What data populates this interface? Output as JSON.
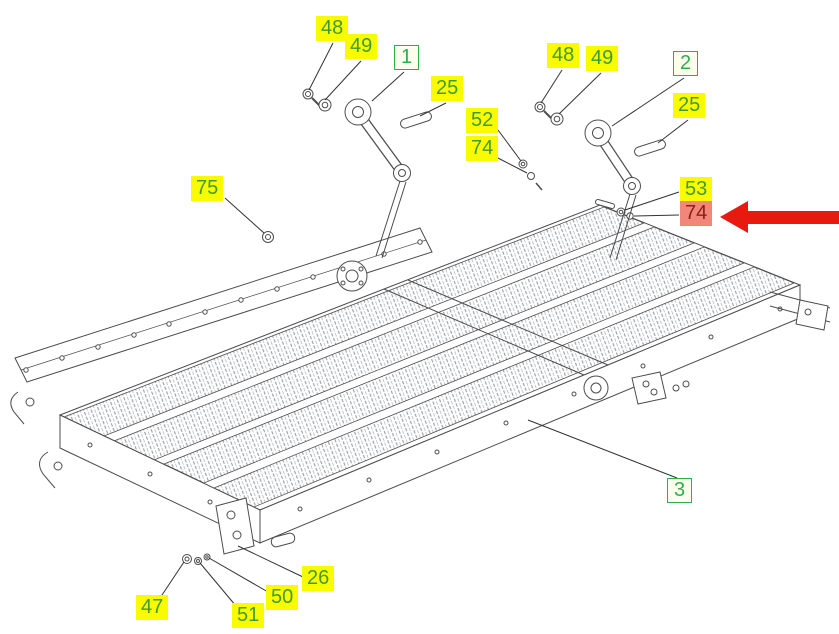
{
  "diagram": {
    "type": "exploded-parts-diagram",
    "labels": [
      {
        "text": "48",
        "style": "callout"
      },
      {
        "text": "49",
        "style": "callout"
      },
      {
        "text": "1",
        "style": "boxed"
      },
      {
        "text": "25",
        "style": "callout"
      },
      {
        "text": "48",
        "style": "callout"
      },
      {
        "text": "49",
        "style": "callout"
      },
      {
        "text": "2",
        "style": "boxed"
      },
      {
        "text": "25",
        "style": "callout"
      },
      {
        "text": "52",
        "style": "callout"
      },
      {
        "text": "74",
        "style": "callout"
      },
      {
        "text": "75",
        "style": "callout"
      },
      {
        "text": "53",
        "style": "callout"
      },
      {
        "text": "74",
        "style": "highlighted"
      },
      {
        "text": "3",
        "style": "boxed"
      },
      {
        "text": "26",
        "style": "callout"
      },
      {
        "text": "50",
        "style": "callout"
      },
      {
        "text": "51",
        "style": "callout"
      },
      {
        "text": "47",
        "style": "callout"
      }
    ],
    "annotation_arrow": {
      "target_label": "74",
      "direction": "points-left"
    },
    "colors": {
      "callout_bg": "#fbfb00",
      "callout_text": "#3f9b35",
      "boxed_border": "#2fae4e",
      "highlight_bg": "#f2867b",
      "highlight_text": "#8b2018",
      "arrow_red": "#e8190f",
      "line_work": "#4d4d4d"
    }
  }
}
